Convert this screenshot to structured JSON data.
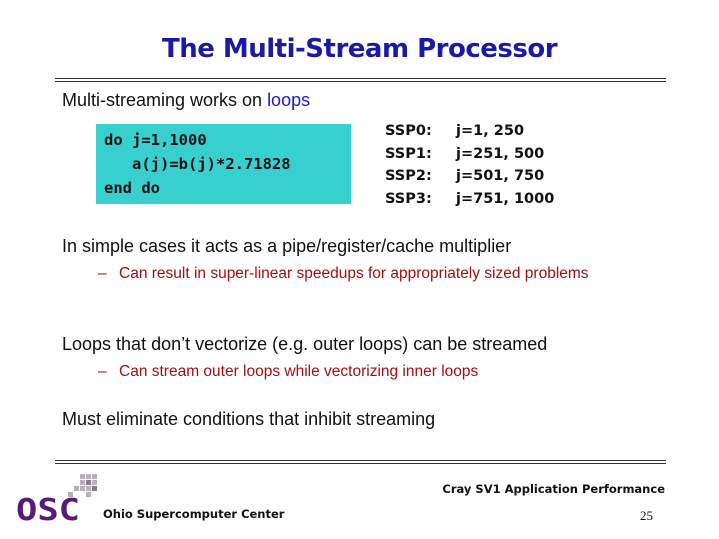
{
  "slide": {
    "title": "The Multi-Stream Processor",
    "bullets": [
      {
        "text": "Multi-streaming works on ",
        "highlight": "loops"
      },
      {
        "text": "In simple cases it acts as a pipe/register/cache multiplier"
      },
      {
        "text": "Loops that don’t vectorize (e.g. outer loops) can be streamed"
      },
      {
        "text": "Must eliminate conditions that inhibit streaming"
      }
    ],
    "subbullets": [
      {
        "dash": "–",
        "text": "Can result in super-linear speedups for appropriately sized problems"
      },
      {
        "dash": "–",
        "text": "Can stream outer loops while vectorizing inner loops"
      }
    ],
    "code": [
      "do j=1,1000",
      "   a(j)=b(j)*2.71828",
      "end do"
    ],
    "ssp": [
      {
        "label": "SSP0:",
        "range": "j=1, 250"
      },
      {
        "label": "SSP1:",
        "range": "j=251, 500"
      },
      {
        "label": "SSP2:",
        "range": "j=501, 750"
      },
      {
        "label": "SSP3:",
        "range": "j=751, 1000"
      }
    ]
  },
  "footer": {
    "presentation": "Cray SV1 Application Performance",
    "organization": "Ohio Supercomputer Center",
    "logo_text": "OSC",
    "page_number": "25"
  },
  "colors": {
    "title": "#1a1aa6",
    "code_bg": "#38cfcf",
    "sub_text": "#a01010",
    "logo": "#5a1a7a",
    "highlight": "#1a1ad0"
  }
}
